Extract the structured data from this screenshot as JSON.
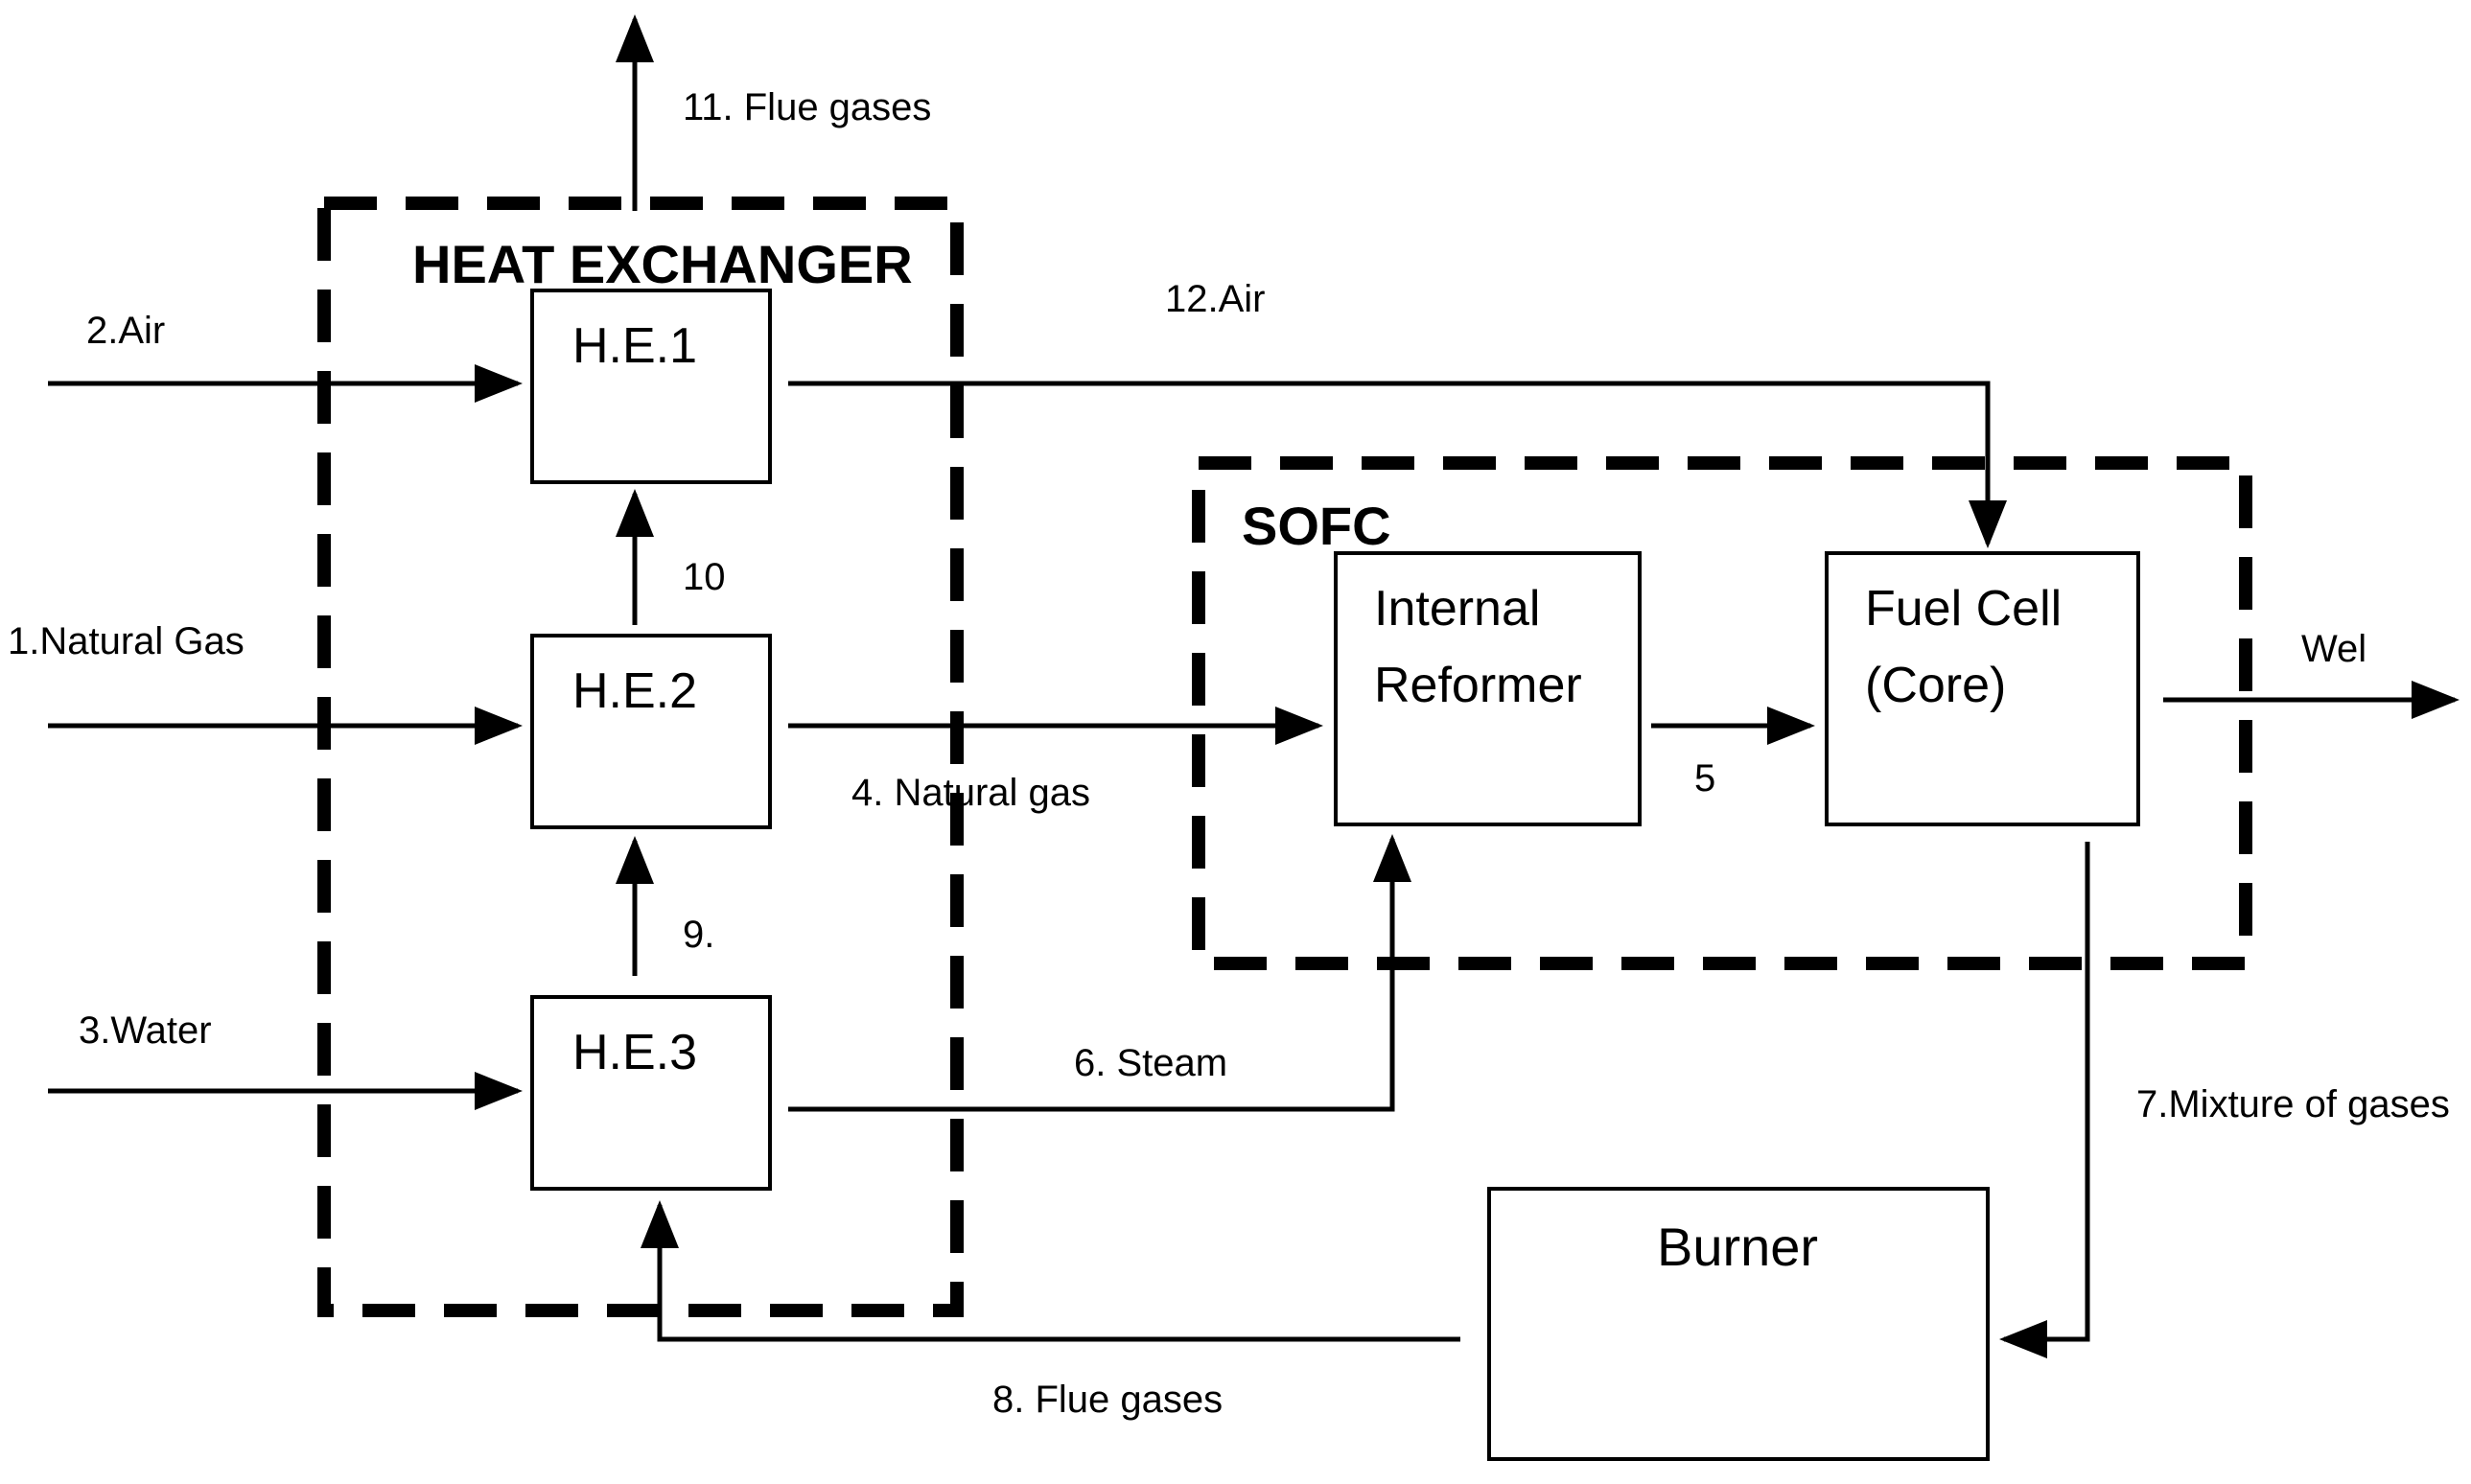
{
  "groups": {
    "heat_exchanger": "HEAT EXCHANGER",
    "sofc": "SOFC"
  },
  "units": {
    "he1": "H.E.1",
    "he2": "H.E.2",
    "he3": "H.E.3",
    "reformer_line1": "Internal",
    "reformer_line2": "Reformer",
    "fuelcell_line1": "Fuel Cell",
    "fuelcell_line2": "(Core)",
    "burner": "Burner"
  },
  "streams": {
    "s1": "1.Natural Gas",
    "s2": "2.Air",
    "s3": "3.Water",
    "s4": "4. Natural gas",
    "s5": "5",
    "s6": "6. Steam",
    "s7": "7.Mixture of gases",
    "s8": "8. Flue gases",
    "s9": "9.",
    "s10": "10",
    "s11": "11. Flue gases",
    "s12": "12.Air",
    "wel": "Wel"
  },
  "colors": {
    "line": "#000000",
    "background": "#ffffff"
  }
}
